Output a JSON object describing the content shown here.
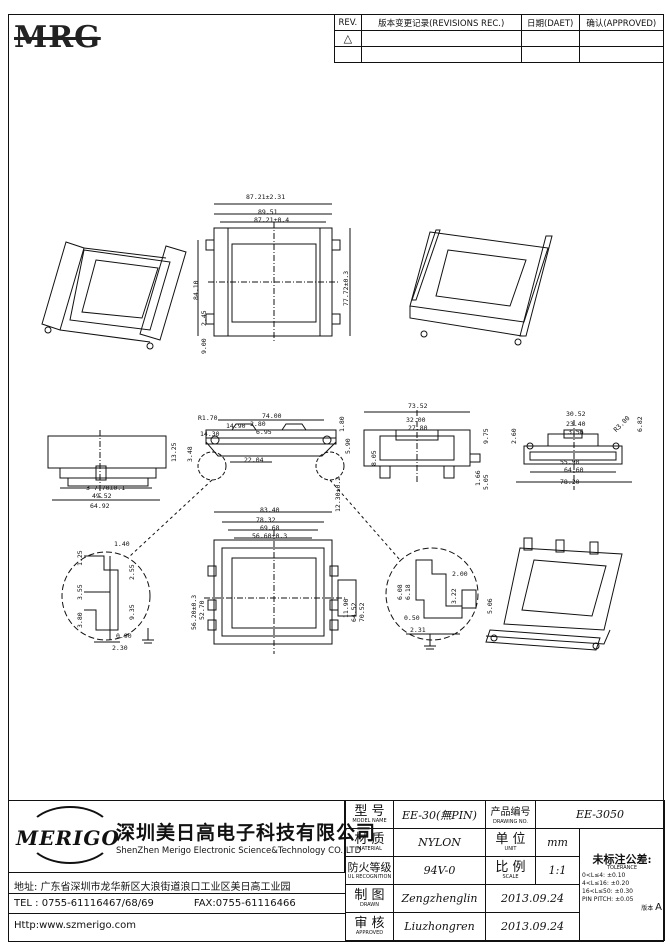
{
  "logo": "MRG",
  "revision_table": {
    "headers": [
      "REV.",
      "版本变更记录(REVISIONS REC.)",
      "日期(DAET)",
      "确认(APPROVED)"
    ],
    "rows": [
      [
        "△",
        "",
        "",
        ""
      ],
      [
        "",
        "",
        "",
        ""
      ]
    ]
  },
  "dimensions": {
    "top_overall": "87.21±2.31",
    "top_width": "89.51",
    "top_inner": "87.21±0.4",
    "top_height": "77.72±0.3",
    "top_side_a": "84.10",
    "top_side_b": "2.45",
    "top_side_c": "9.00",
    "side_74": "74.00",
    "side_r": "R1.70",
    "side_1": "14.90",
    "side_2": "2.80",
    "side_3": "14.30",
    "side_4": "6.95",
    "side_5": "22.04",
    "side_6": "3.48",
    "side_7": "1.80",
    "side_8": "5.90",
    "side_9": "12.30±0.2",
    "left_1": "13.25",
    "left_2": "3~7.70±0.1",
    "left_3": "49.52",
    "left_4": "64.92",
    "end_1": "73.52",
    "end_2": "32.00",
    "end_3": "27.80",
    "end_4": "8.05",
    "end_5": "9.75",
    "end_6": "1.66",
    "end_7": "5.05",
    "r_1": "30.52",
    "r_2": "23.40",
    "r_3": "3.56",
    "r_4": "R3.00",
    "r_5": "2.60",
    "r_6": "6.82",
    "r_7": "55.90",
    "r_8": "64.60",
    "r_9": "78.20",
    "bot_1": "83.40",
    "bot_2": "78.32",
    "bot_3": "69.68",
    "bot_4": "56.60±0.3",
    "bot_5": "56.20±0.3",
    "bot_6": "52.70",
    "bot_7": "11.90",
    "bot_8": "64.52",
    "bot_9": "70.52",
    "det_1": "1.40",
    "det_2": "2.55",
    "det_3": "3.55",
    "det_4": "1.25",
    "det_5": "9.35",
    "det_6": "3.80",
    "det_7": "0.90",
    "det_8": "2.30",
    "det2_1": "2.00",
    "det2_2": "6.08",
    "det2_3": "6.18",
    "det2_4": "3.22",
    "det2_5": "5.06",
    "det2_6": "0.50",
    "det2_7": "2.31"
  },
  "company": {
    "brand": "MERIGO",
    "name_cn": "深圳美日高电子科技有限公司",
    "name_en": "ShenZhen Merigo Electronic Science&Technology CO.,LTD",
    "address": "地址: 广东省深圳市龙华新区大浪街道浪口工业区美日高工业园",
    "tel": "TEL : 0755-61116467/68/69",
    "fax": "FAX:0755-61116466",
    "web": "Http:www.szmerigo.com"
  },
  "title_block": {
    "model_label": "型 号",
    "model_sub": "MODEL NAME",
    "model_value": "EE-30(無PIN)",
    "drawing_label": "产品编号",
    "drawing_sub": "DRAWING NO.",
    "drawing_value": "EE-3050",
    "material_label": "材 质",
    "material_sub": "MATERIAL",
    "material_value": "NYLON",
    "unit_label": "单 位",
    "unit_sub": "UNIT",
    "unit_value": "mm",
    "fire_label": "防火等级",
    "fire_sub": "UL RECOGNITION",
    "fire_value": "94V-0",
    "scale_label": "比 例",
    "scale_sub": "SCALE",
    "scale_value": "1:1",
    "drawn_label": "制 图",
    "drawn_sub": "DRAWN",
    "drawn_value": "Zengzhenglin",
    "drawn_date": "2013.09.24",
    "approved_label": "审 核",
    "approved_sub": "APPROVED",
    "approved_value": "Liuzhongren",
    "approved_date": "2013.09.24",
    "tolerance_title": "未标注公差:",
    "tolerance_sub": "TOLERANCE",
    "tolerance_rows": [
      "0<L≤4:  ±0.10",
      "4<L≤16: ±0.20",
      "16<L≤50: ±0.30",
      "PIN PITCH: ±0.05"
    ],
    "rev_label": "版本",
    "rev_value": "A"
  }
}
